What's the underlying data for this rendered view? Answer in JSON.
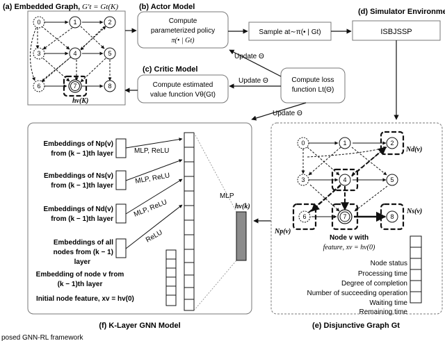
{
  "panels": {
    "embedded_graph_title": "(a) Embedded Graph,",
    "embedded_graph_formula": "G′t = Gt(K)",
    "actor_title": "(b) Actor Model",
    "critic_title": "(c) Critic Model",
    "simulator_title": "(d) Simulator Environment",
    "disjunctive_title": "(e) Disjunctive Graph Gt",
    "gnn_title": "(f) K-Layer GNN Model"
  },
  "boxes": {
    "actor_text": [
      "Compute",
      "parameterized policy",
      "π(• | Gt)"
    ],
    "sample_text": "Sample at∼π(• | Gt)",
    "isbjssp": "ISBJSSP",
    "critic_text": [
      "Compute estimated",
      "value function Vθ(Gt)"
    ],
    "loss_text": [
      "Compute loss",
      "function Lt(Θ)"
    ]
  },
  "arrows": {
    "update1": "Update Θ",
    "update2": "Update Θ",
    "update3": "Update Θ"
  },
  "embedded_graph": {
    "nodes": [
      "0",
      "1",
      "2",
      "3",
      "4",
      "5",
      "6",
      "7",
      "8"
    ],
    "hv_label": "hv(K)"
  },
  "disjunctive_graph": {
    "nodes": [
      "0",
      "1",
      "2",
      "3",
      "4",
      "5",
      "6",
      "7",
      "8"
    ],
    "nd_label": "Nd(v)",
    "ns_label": "Ns(v)",
    "np_label": "Np(v)",
    "node_v_lines": [
      "Node v with",
      "feature, xv = hv(0)"
    ],
    "features": [
      "Node status",
      "Processing time",
      "Degree of completion",
      "Number of succeeding operation",
      "Waiting time",
      "Remaining time"
    ]
  },
  "gnn": {
    "rows": [
      {
        "line1": "Embeddings of Np(v)",
        "line2": "from (k − 1)th layer",
        "op": "MLP, ReLU"
      },
      {
        "line1": "Embeddings of Ns(v)",
        "line2": "from (k − 1)th layer",
        "op": "MLP, ReLU"
      },
      {
        "line1": "Embeddings of Nd(v)",
        "line2": "from (k − 1)th layer",
        "op": "MLP, ReLU"
      },
      {
        "line1": "Embeddings of all",
        "line2": "nodes from (k − 1)",
        "line3": "layer",
        "op": "ReLU"
      }
    ],
    "node_v_lines": [
      "Embedding of node v from",
      "(k − 1)th layer"
    ],
    "initial_feature": "Initial node feature, xv = hv(0)",
    "mlp_label": "MLP",
    "output_label": "hv(k)"
  },
  "caption": "posed GNN-RL framework"
}
